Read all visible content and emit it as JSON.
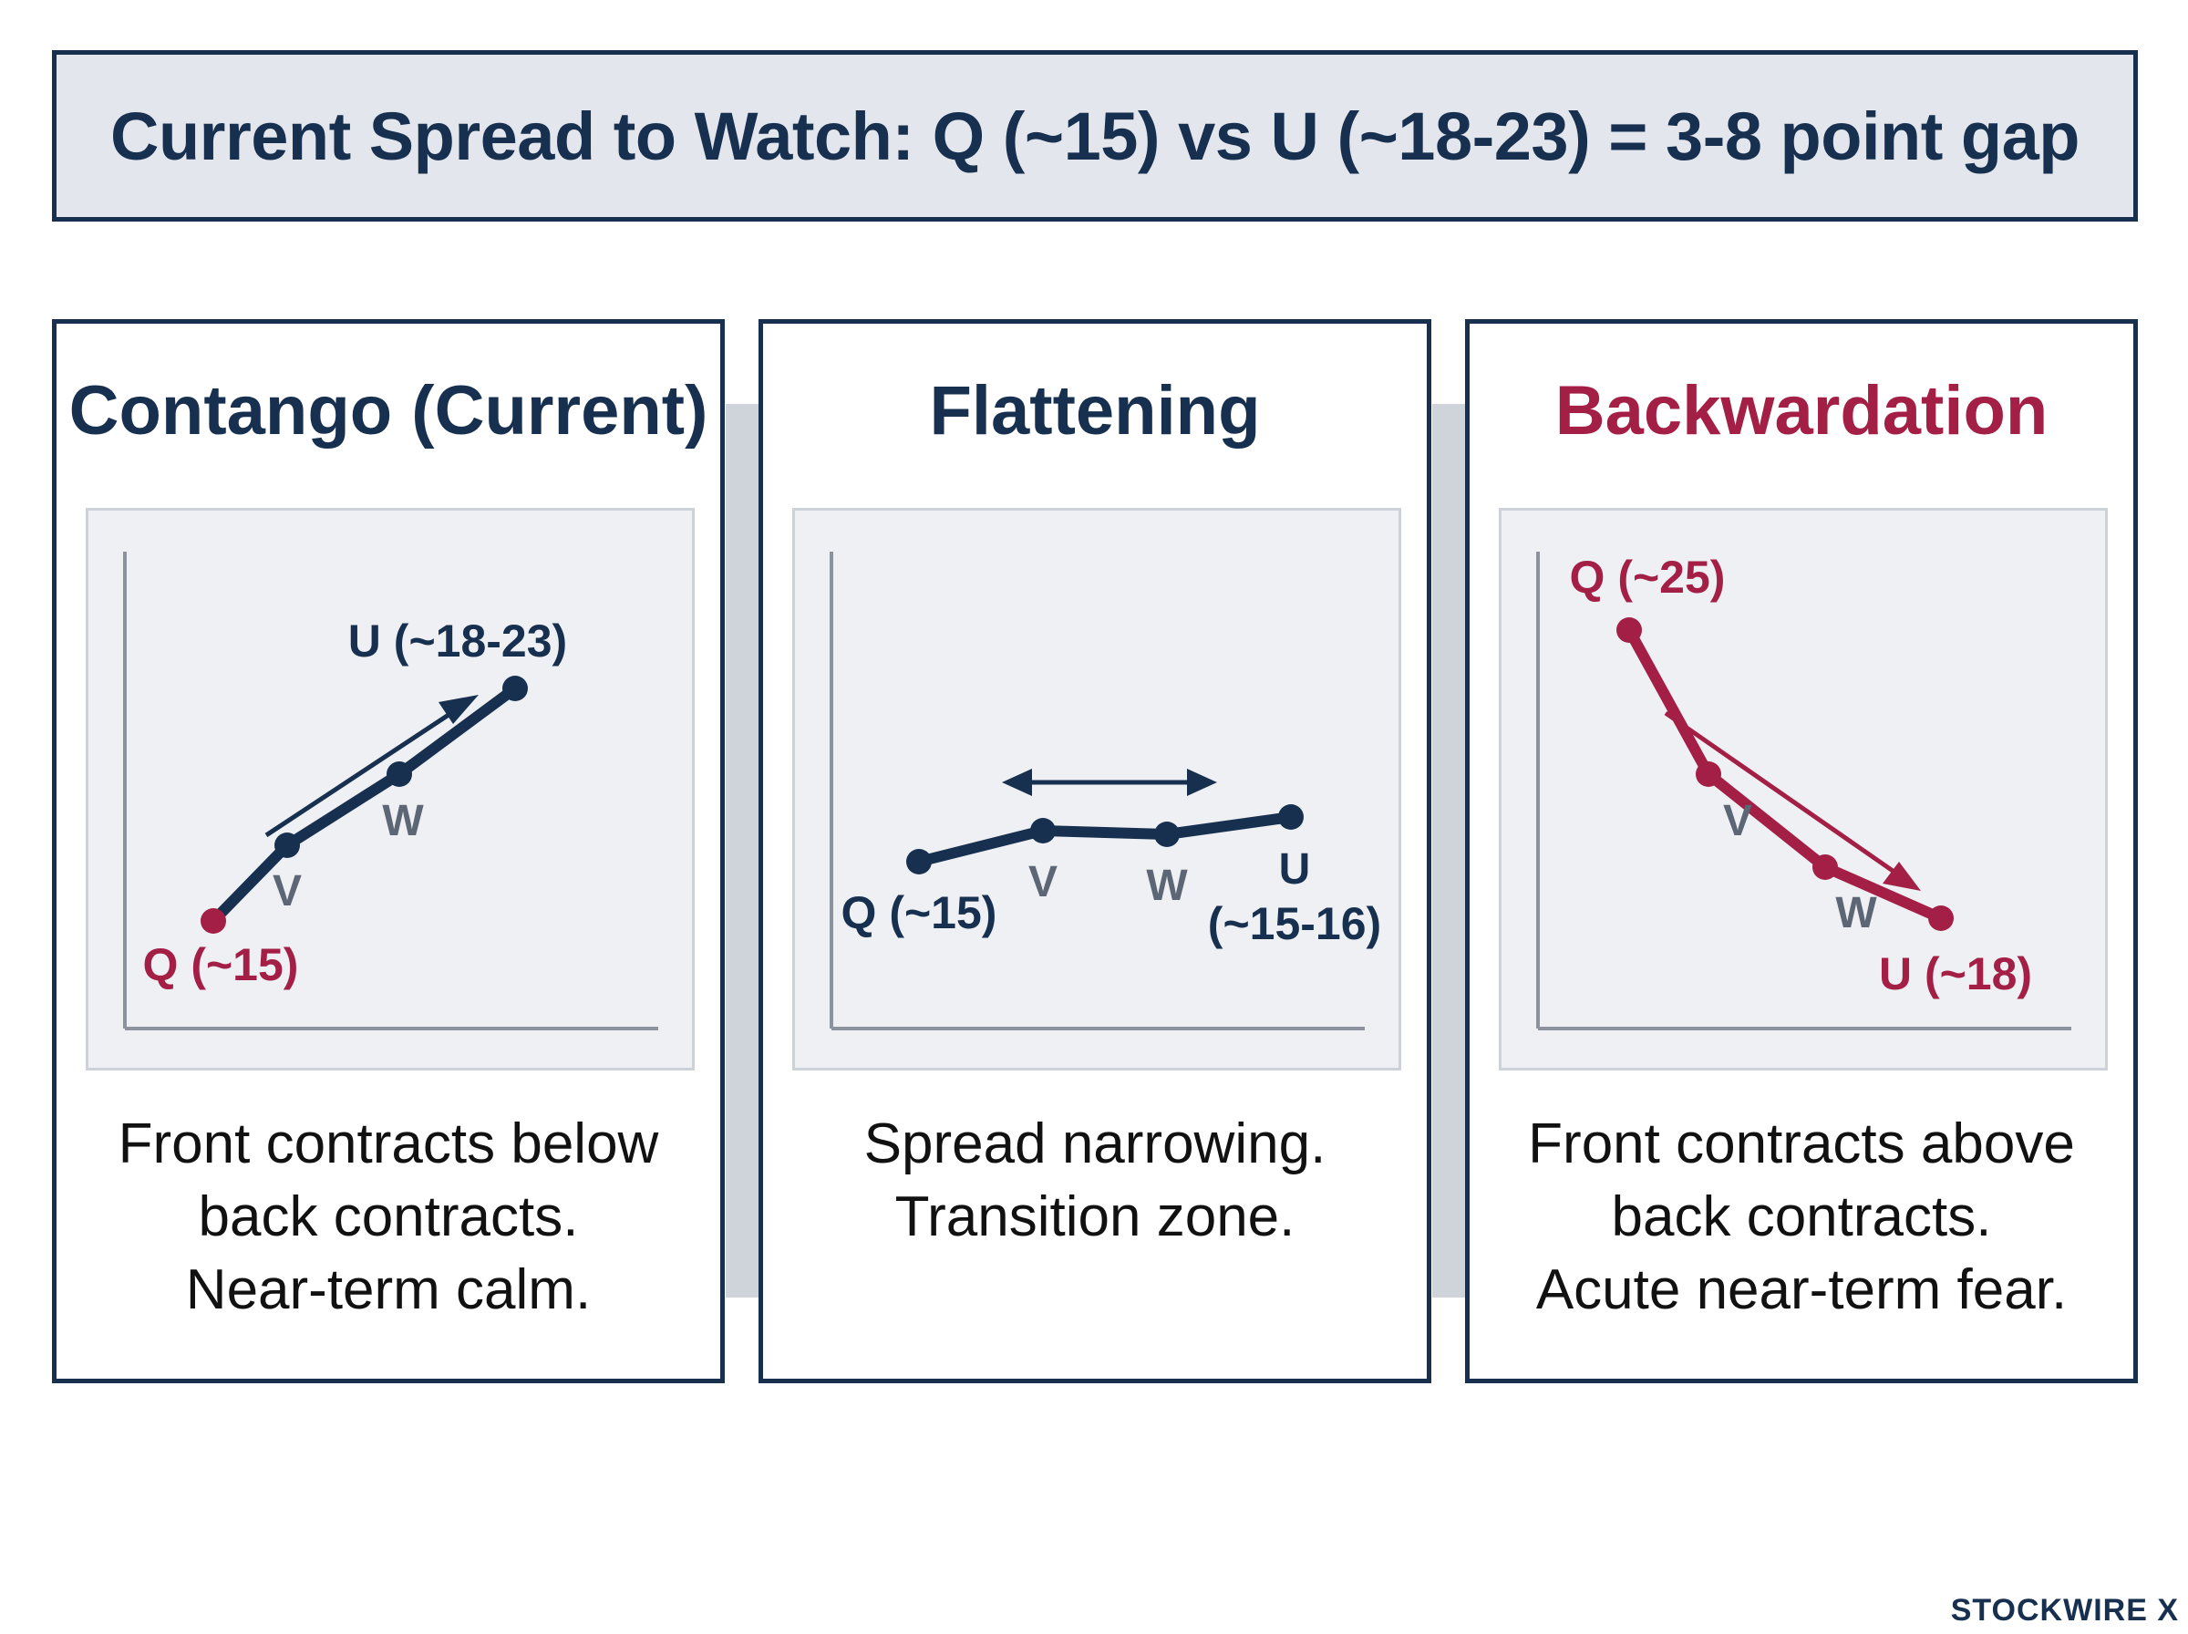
{
  "banner": {
    "text": "Current Spread to Watch: Q (~15) vs U (~18-23) = 3-8 point gap"
  },
  "brand": {
    "text": "STOCKWIRE X"
  },
  "colors": {
    "navy": "#17304f",
    "crimson": "#a41f45",
    "label_gray": "#5d6675",
    "axis_gray": "#8d939c"
  },
  "panels": [
    {
      "title": "Contango (Current)",
      "desc": [
        "Front contracts below",
        "back contracts.",
        "Near-term calm."
      ],
      "labels": {
        "q": "Q (~15)",
        "v": "V",
        "w": "W",
        "u": "U (~18-23)"
      },
      "arrow": "up-right"
    },
    {
      "title": "Flattening",
      "desc": [
        "Spread narrowing.",
        "Transition zone."
      ],
      "labels": {
        "q": "Q (~15)",
        "v": "V",
        "w": "W",
        "u1": "U",
        "u2": "(~15-16)"
      },
      "arrow": "double-horizontal"
    },
    {
      "title": "Backwardation",
      "desc": [
        "Front contracts above",
        "back contracts.",
        "Acute near-term fear."
      ],
      "labels": {
        "q": "Q (~25)",
        "v": "V",
        "w": "W",
        "u": "U (~18)"
      },
      "arrow": "down-right"
    }
  ],
  "chart_data": [
    {
      "type": "line",
      "title": "Contango (Current)",
      "x": [
        "Q",
        "V",
        "W",
        "U"
      ],
      "series": [
        {
          "values": [
            15,
            17,
            19,
            21.5
          ]
        }
      ]
    },
    {
      "type": "line",
      "title": "Flattening",
      "x": [
        "Q",
        "V",
        "W",
        "U"
      ],
      "series": [
        {
          "values": [
            15,
            15.4,
            15.3,
            15.6
          ]
        }
      ]
    },
    {
      "type": "line",
      "title": "Backwardation",
      "x": [
        "Q",
        "V",
        "W",
        "U"
      ],
      "series": [
        {
          "values": [
            25,
            21.5,
            19.5,
            18
          ]
        }
      ]
    }
  ]
}
